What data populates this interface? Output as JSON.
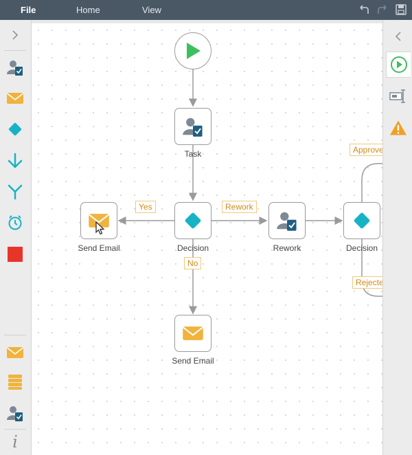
{
  "menu": {
    "file": "File",
    "home": "Home",
    "view": "View"
  },
  "toolbar": {
    "undo": "undo-icon",
    "redo": "redo-icon",
    "save": "save-icon"
  },
  "left_panel": {
    "items": [
      "user-task-icon",
      "email-icon",
      "decision-icon",
      "merge-icon",
      "split-icon",
      "timer-icon",
      "stop-icon"
    ],
    "bottom_items": [
      "email-icon",
      "database-icon",
      "user-task-icon",
      "info-icon"
    ],
    "info_text": "i"
  },
  "right_panel": {
    "items": [
      "start-icon",
      "property-icon",
      "warning-icon"
    ]
  },
  "colors": {
    "accent": "#17b3c5",
    "email": "#f0b33e",
    "start": "#3dbf5f",
    "stop": "#e8352a",
    "edge_label": "#d28a1a"
  },
  "workflow": {
    "nodes": {
      "task": "Task",
      "decision1": "Decision",
      "send_email_left": "Send Email",
      "rework": "Rework",
      "decision2": "Decision",
      "send_email_bottom": "Send Email"
    },
    "edges": {
      "yes": "Yes",
      "rework": "Rework",
      "no": "No",
      "approved": "Approved",
      "rejected": "Rejected"
    }
  }
}
